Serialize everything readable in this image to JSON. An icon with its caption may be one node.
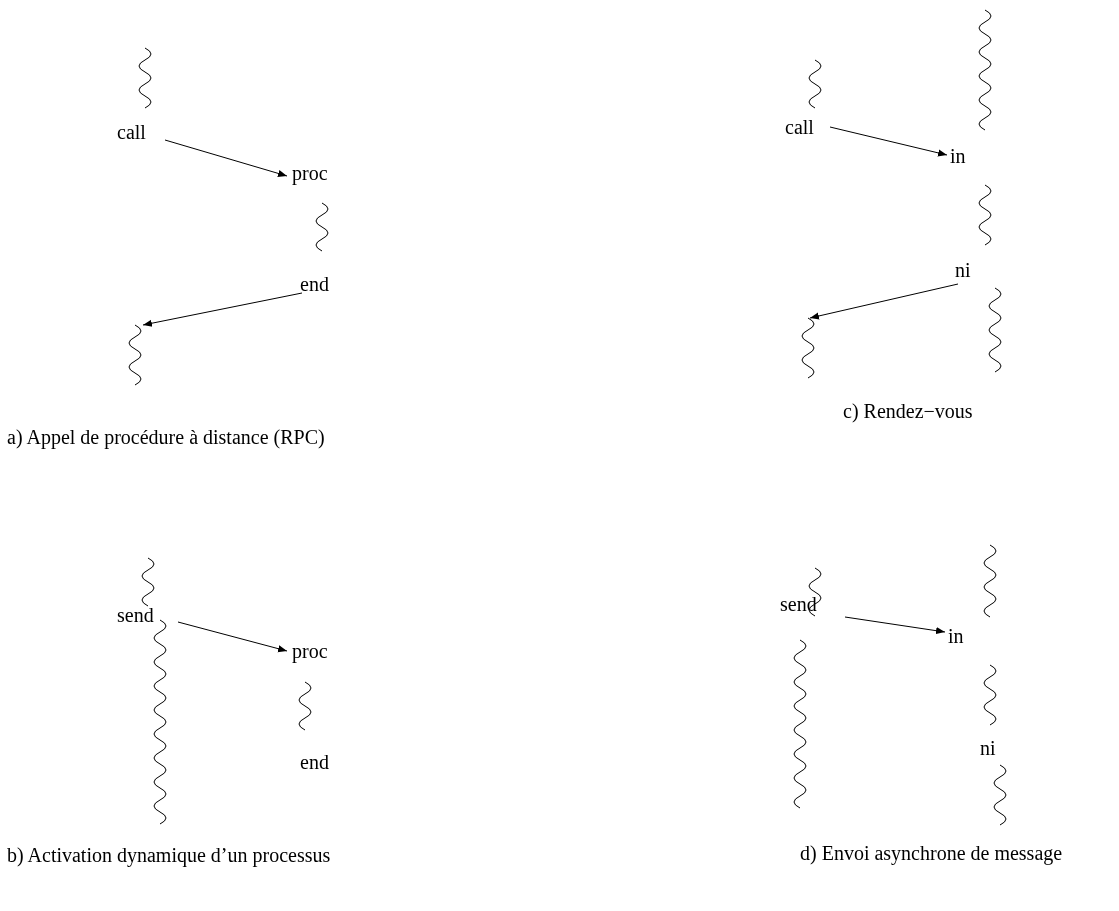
{
  "diagram": {
    "nodes": [
      {
        "text": [
          "call"
        ]
      },
      {
        "text": [
          "proc"
        ]
      },
      {
        "text": [
          "end"
        ]
      },
      {
        "text": [],
        "shape": "squiggle"
      },
      {
        "text": [
          "call"
        ]
      },
      {
        "text": [
          "in"
        ]
      },
      {
        "text": [
          "ni"
        ]
      },
      {
        "text": [],
        "shape": "squiggle"
      },
      {
        "text": [
          "send"
        ]
      },
      {
        "text": [
          "proc"
        ]
      },
      {
        "text": [
          "end"
        ]
      },
      {
        "text": [
          "send"
        ]
      },
      {
        "text": [
          "in"
        ]
      },
      {
        "text": [
          "ni"
        ]
      }
    ],
    "edges": [
      {
        "from": 0,
        "to": 1,
        "arrow": "to"
      },
      {
        "from": 2,
        "to": 3,
        "arrow": "to"
      },
      {
        "from": 4,
        "to": 5,
        "arrow": "to"
      },
      {
        "from": 6,
        "to": 7,
        "arrow": "to"
      },
      {
        "from": 8,
        "to": 9,
        "arrow": "to"
      },
      {
        "from": 11,
        "to": 12,
        "arrow": "to"
      }
    ],
    "labels": [
      "a) Appel de procédure à distance (RPC)",
      "c) Rendez−vous",
      "b) Activation dynamique d’un processus",
      "d) Envoi asynchrone de message"
    ]
  }
}
